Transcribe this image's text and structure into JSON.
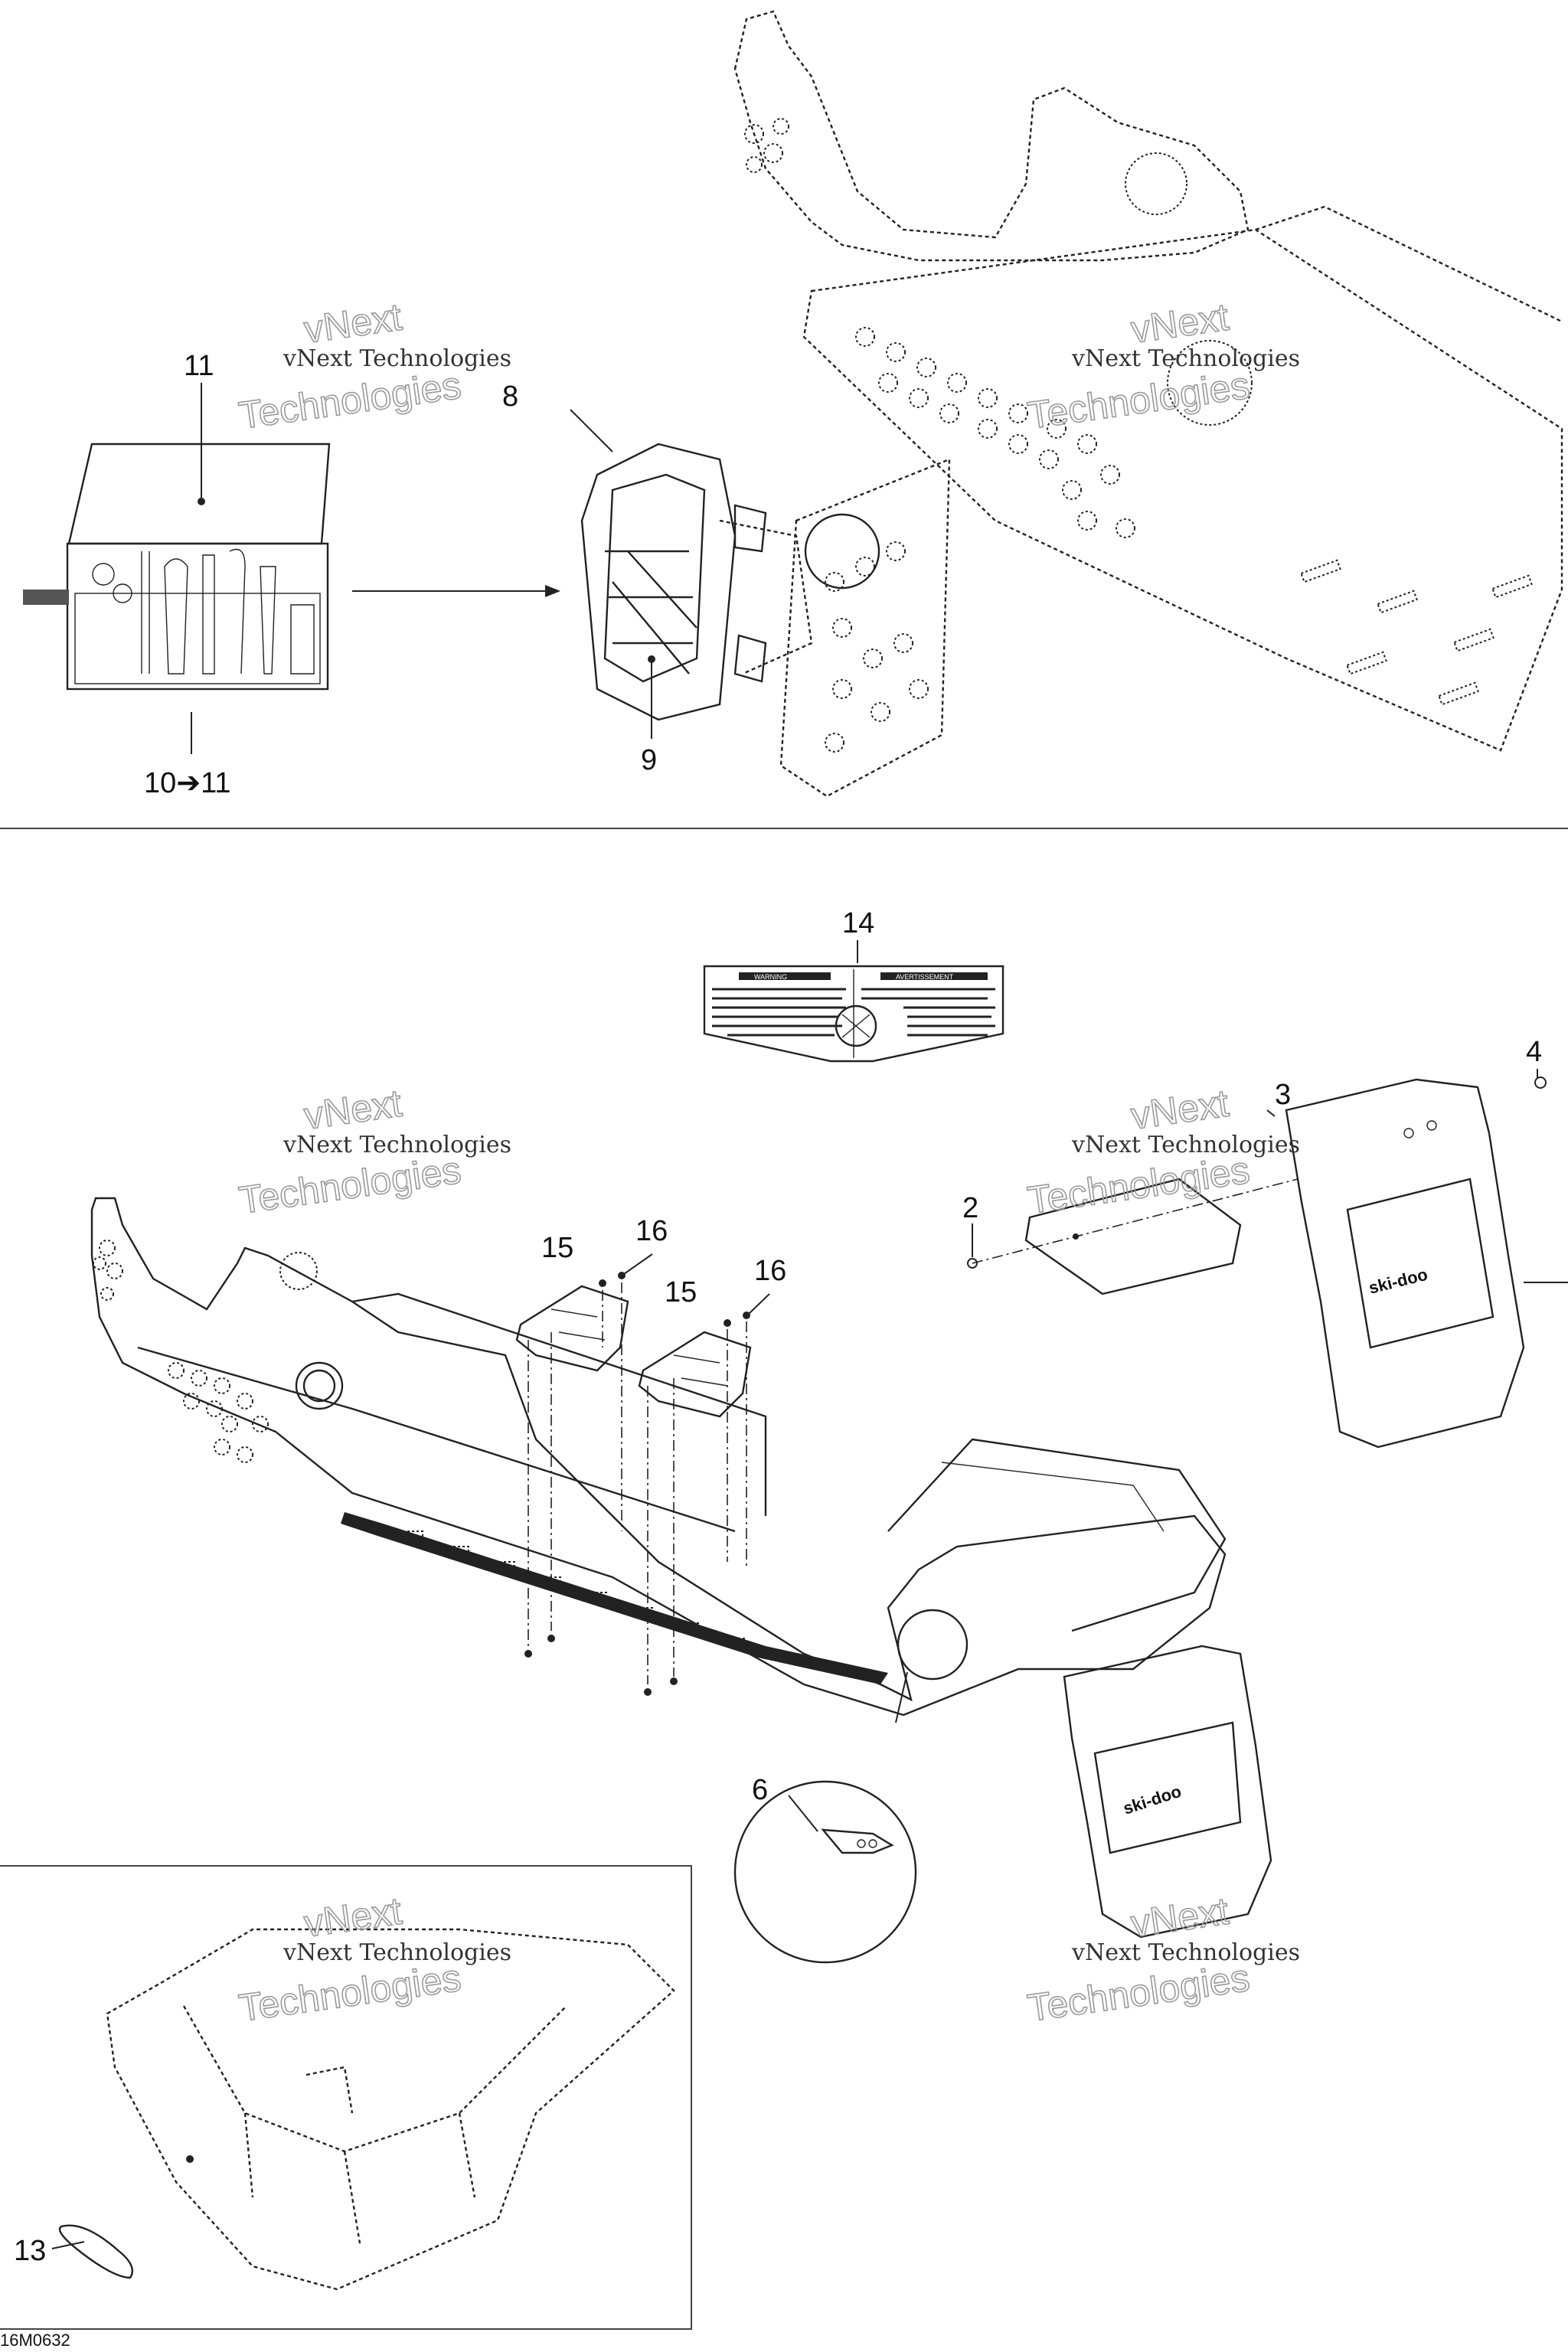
{
  "callouts": {
    "c11": "11",
    "c8": "8",
    "c9": "9",
    "c10to11": "10➔11",
    "c14": "14",
    "c3": "3",
    "c4": "4",
    "c2": "2",
    "c15a": "15",
    "c16a": "16",
    "c15b": "15",
    "c16b": "16",
    "c6": "6",
    "c13": "13"
  },
  "watermark": {
    "line1": "vNext Technologies",
    "line2": "vNext",
    "line3": "Technologies"
  },
  "reference_code": "16M0632",
  "decal": {
    "left_heading": "WARNING",
    "right_heading": "AVERTISSEMENT"
  },
  "brand_logo": "ski-doo",
  "icons": [
    "toolkit-bag-icon",
    "storage-bag-icon",
    "warning-decal-icon",
    "mud-flap-icon"
  ]
}
